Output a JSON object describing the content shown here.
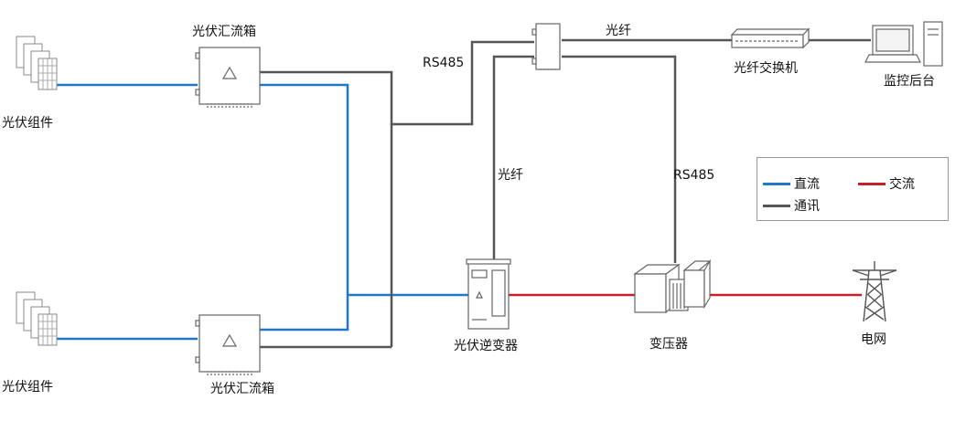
{
  "labels": {
    "pv_module_top": "光伏组件",
    "pv_module_bottom": "光伏组件",
    "combiner_top": "光伏汇流箱",
    "combiner_bottom": "光伏汇流箱",
    "rs485_left": "RS485",
    "fiber_top": "光纤",
    "fiber_switch": "光纤交换机",
    "monitor": "监控后台",
    "fiber_mid": "光纤",
    "rs485_right": "RS485",
    "inverter": "光伏逆变器",
    "transformer": "变压器",
    "grid": "电网"
  },
  "legend": {
    "dc": "直流",
    "ac": "交流",
    "comm": "通讯"
  },
  "colors": {
    "dc": "#1f77c9",
    "ac": "#c8202a",
    "comm": "#555555",
    "device_stroke": "#666666"
  },
  "icons": {
    "solar_panel": "solar-panel-icon",
    "combiner_box": "combiner-box-icon",
    "data_logger": "data-logger-icon",
    "network_switch": "network-switch-icon",
    "computer": "computer-icon",
    "inverter": "inverter-icon",
    "transformer": "transformer-icon",
    "transmission_tower": "transmission-tower-icon"
  }
}
